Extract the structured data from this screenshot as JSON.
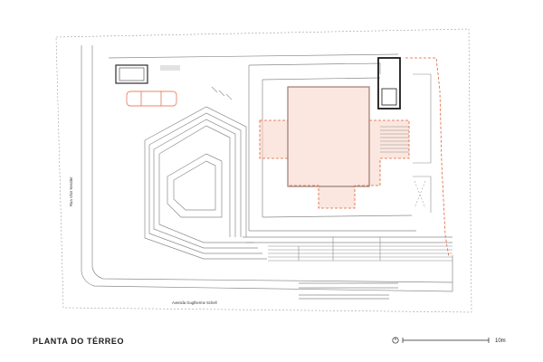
{
  "plan": {
    "title": "PLANTA DO TÉRREO",
    "street_bottom": "Avenida Guglherme Schell",
    "street_left": "Rua Vitor Kessler",
    "scale_label": "10m",
    "colors": {
      "line": "#8a8a8a",
      "dark": "#1a1a1a",
      "accent": "#e0623a",
      "accent_fill": "#f7d3c4"
    }
  }
}
